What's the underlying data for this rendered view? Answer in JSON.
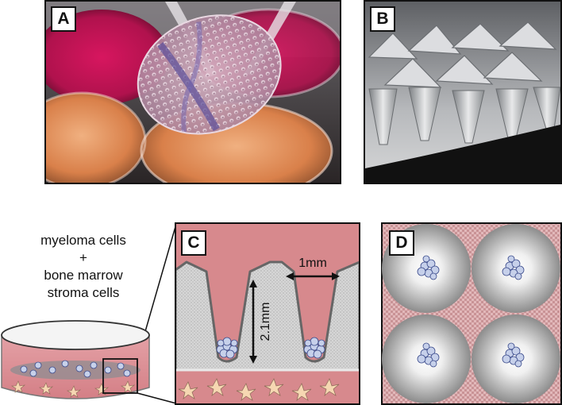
{
  "panels": {
    "a": {
      "label": "A"
    },
    "b": {
      "label": "B"
    },
    "c": {
      "label": "C",
      "width_label": "1mm",
      "depth_label": "2.1mm"
    },
    "d": {
      "label": "D"
    }
  },
  "dish_caption": {
    "line1": "myeloma cells",
    "line2": "+",
    "line3": "bone marrow",
    "line4": "stroma cells"
  }
}
